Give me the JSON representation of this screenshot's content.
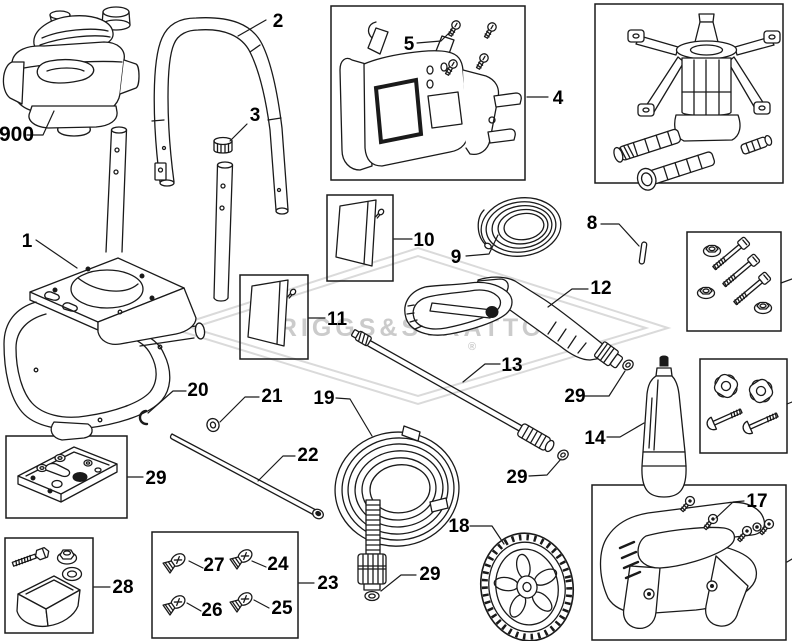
{
  "watermark": {
    "text": "BRIGGS&STRATTON",
    "registered_mark": "®"
  },
  "colors": {
    "line_ink": "#1a1a1a",
    "background": "#ffffff",
    "watermark": "#cbcbcb"
  },
  "callouts": {
    "engine": "900",
    "frame": "1",
    "handle": "2",
    "handle_cap": "3",
    "control_panel": "4",
    "panel_screws": "5",
    "pin": "8",
    "chemical_hose": "9",
    "panel_plate_upper": "10",
    "panel_plate_lower": "11",
    "spray_gun": "12",
    "wand": "13",
    "nozzle_holder": "14",
    "shroud_screws": "17",
    "wheel": "18",
    "high_pressure_hose": "19",
    "retainer_clip": "20",
    "washer": "21",
    "axle_rod": "22",
    "fastener_kit": "23",
    "fastener_24": "24",
    "fastener_25": "25",
    "fastener_26": "26",
    "fastener_27": "27",
    "foot_kit": "28",
    "pad_kit": "29",
    "oring_gun": "29",
    "oring_wand": "29",
    "oring_hose": "29"
  }
}
